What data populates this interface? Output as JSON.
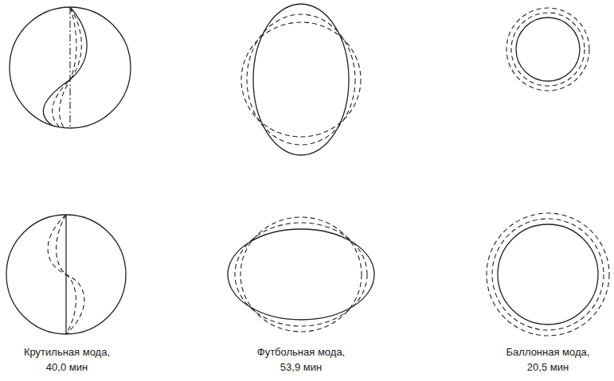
{
  "diagram": {
    "labels": [
      "Крутильная мода, 40,0 мин",
      "Футбольная мода, 53,9 мин",
      "Баллонная мода, 20,5 мин"
    ]
  }
}
